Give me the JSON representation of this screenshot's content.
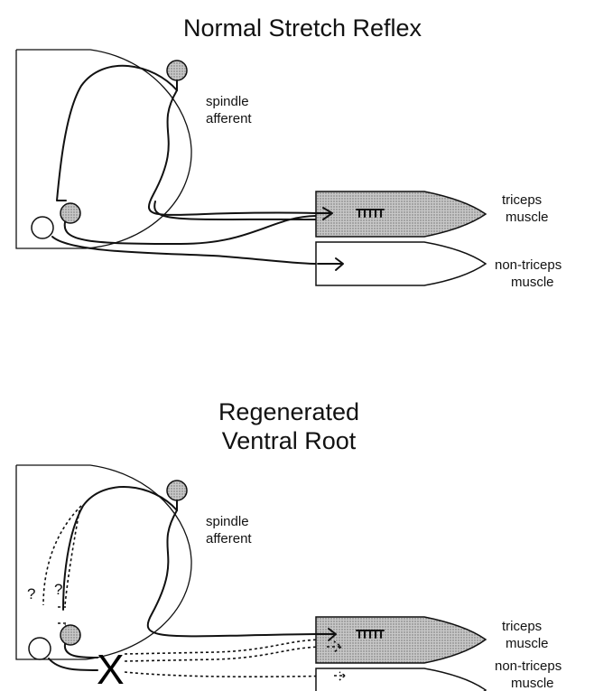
{
  "panels": [
    {
      "title": "Normal Stretch Reflex",
      "spindle_label": [
        "spindle",
        "afferent"
      ],
      "triceps_label": [
        "triceps",
        "muscle"
      ],
      "nontriceps_label": [
        "non-triceps",
        "muscle"
      ]
    },
    {
      "title_lines": [
        "Regenerated",
        "Ventral Root"
      ],
      "spindle_label": [
        "spindle",
        "afferent"
      ],
      "triceps_label": [
        "triceps",
        "muscle"
      ],
      "nontriceps_label": [
        "non-triceps",
        "muscle"
      ],
      "question_marks": [
        "?",
        "?"
      ],
      "lesion_mark": "X"
    }
  ]
}
